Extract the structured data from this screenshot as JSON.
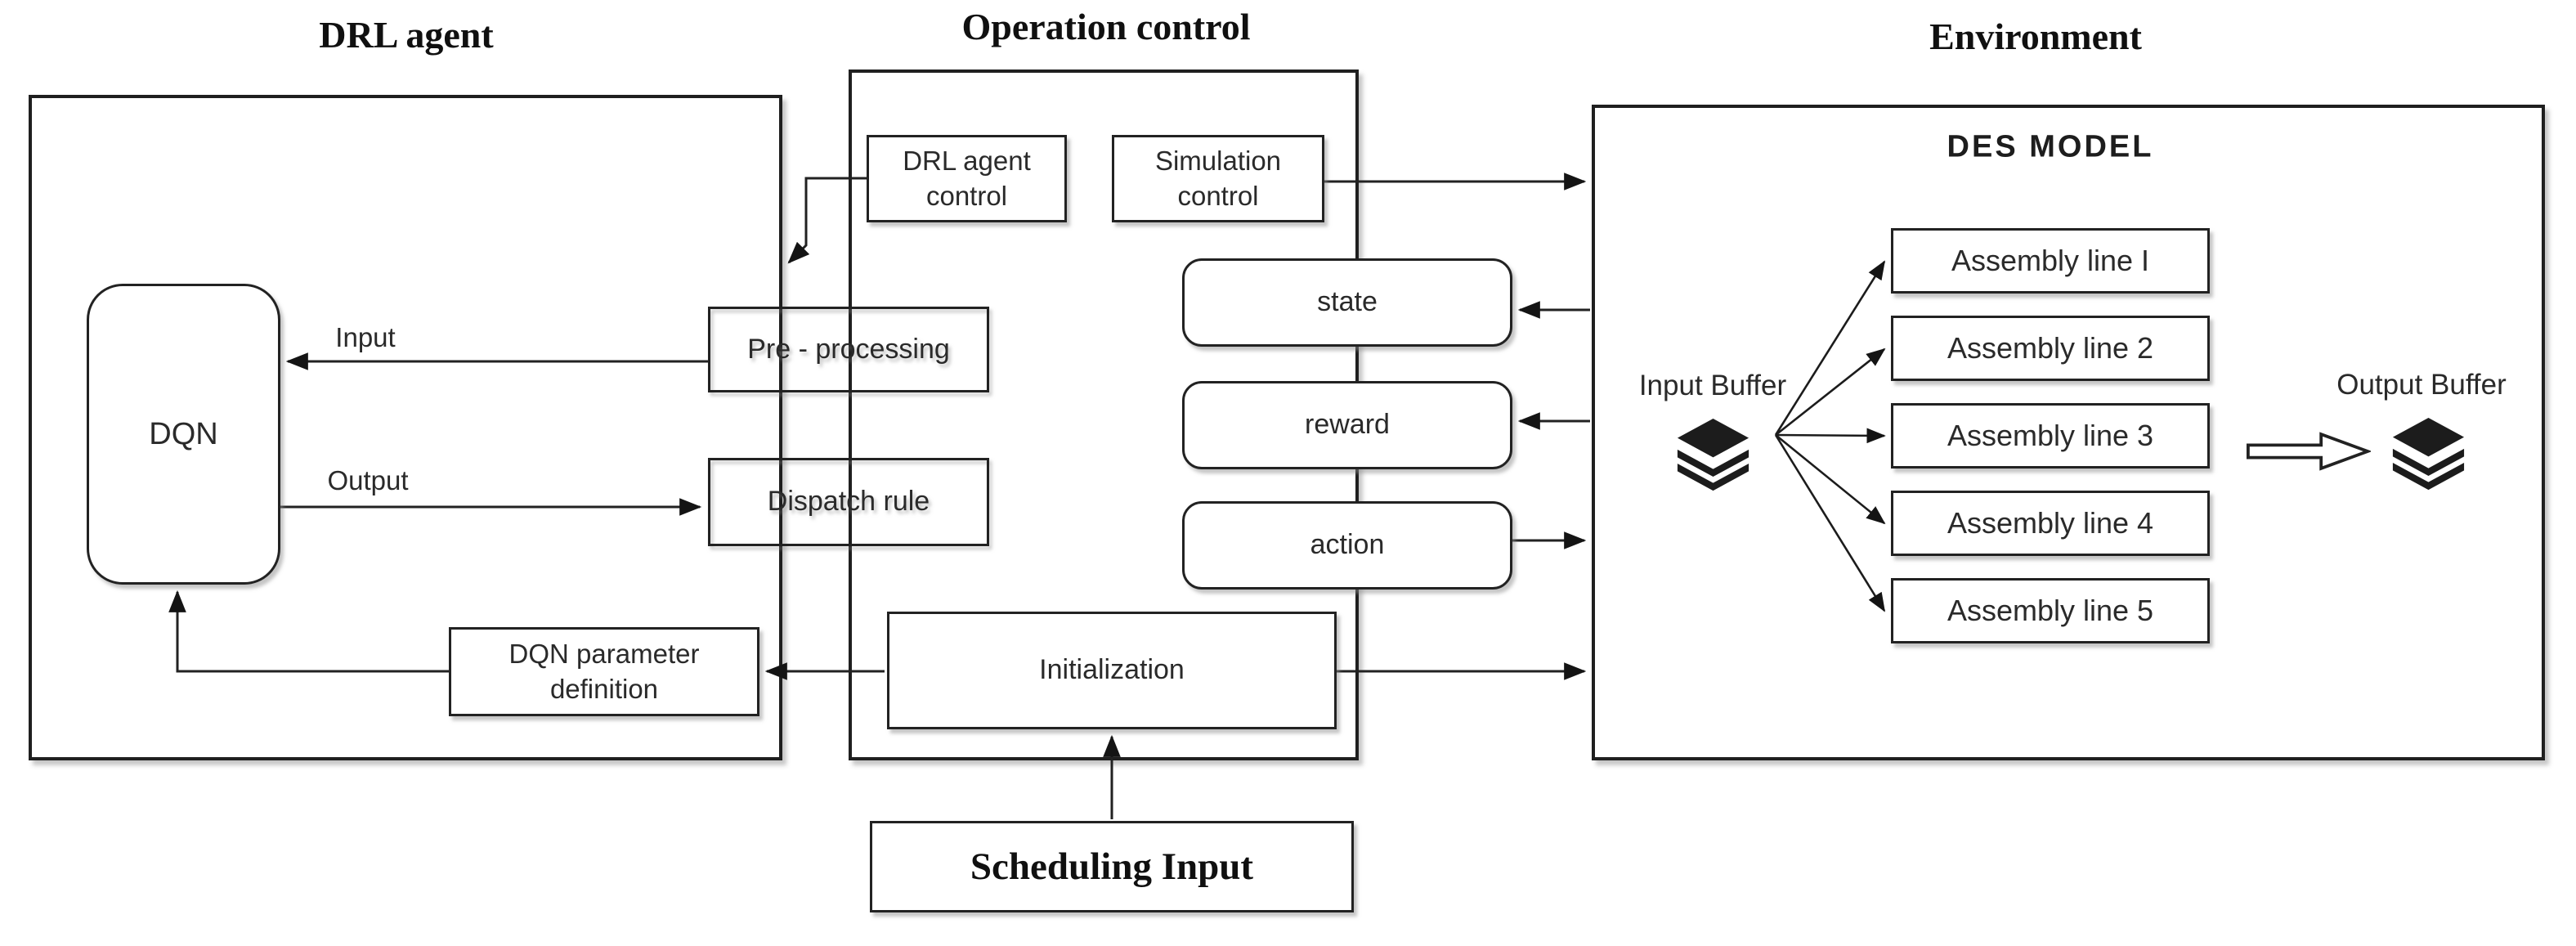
{
  "diagram": {
    "titles": {
      "drl_agent": "DRL agent",
      "operation_control": "Operation control",
      "environment": "Environment"
    },
    "drl_agent": {
      "dqn": "DQN",
      "input_label": "Input",
      "output_label": "Output",
      "dqn_parameter_definition": [
        "DQN parameter",
        "definition"
      ]
    },
    "operation_control": {
      "drl_agent_control": [
        "DRL agent",
        "control"
      ],
      "simulation_control": [
        "Simulation",
        "control"
      ],
      "pre_processing": "Pre - processing",
      "dispatch_rule": "Dispatch rule",
      "state": "state",
      "reward": "reward",
      "action": "action",
      "initialization": "Initialization"
    },
    "scheduling_input": "Scheduling Input",
    "environment": {
      "des_model": "DES MODEL",
      "input_buffer": "Input Buffer",
      "output_buffer": "Output Buffer",
      "assembly_lines": [
        "Assembly line I",
        "Assembly line 2",
        "Assembly line 3",
        "Assembly line 4",
        "Assembly line 5"
      ]
    },
    "colors": {
      "stroke": "#1f1f1f",
      "text": "#2a2a2a",
      "background": "#ffffff"
    }
  }
}
